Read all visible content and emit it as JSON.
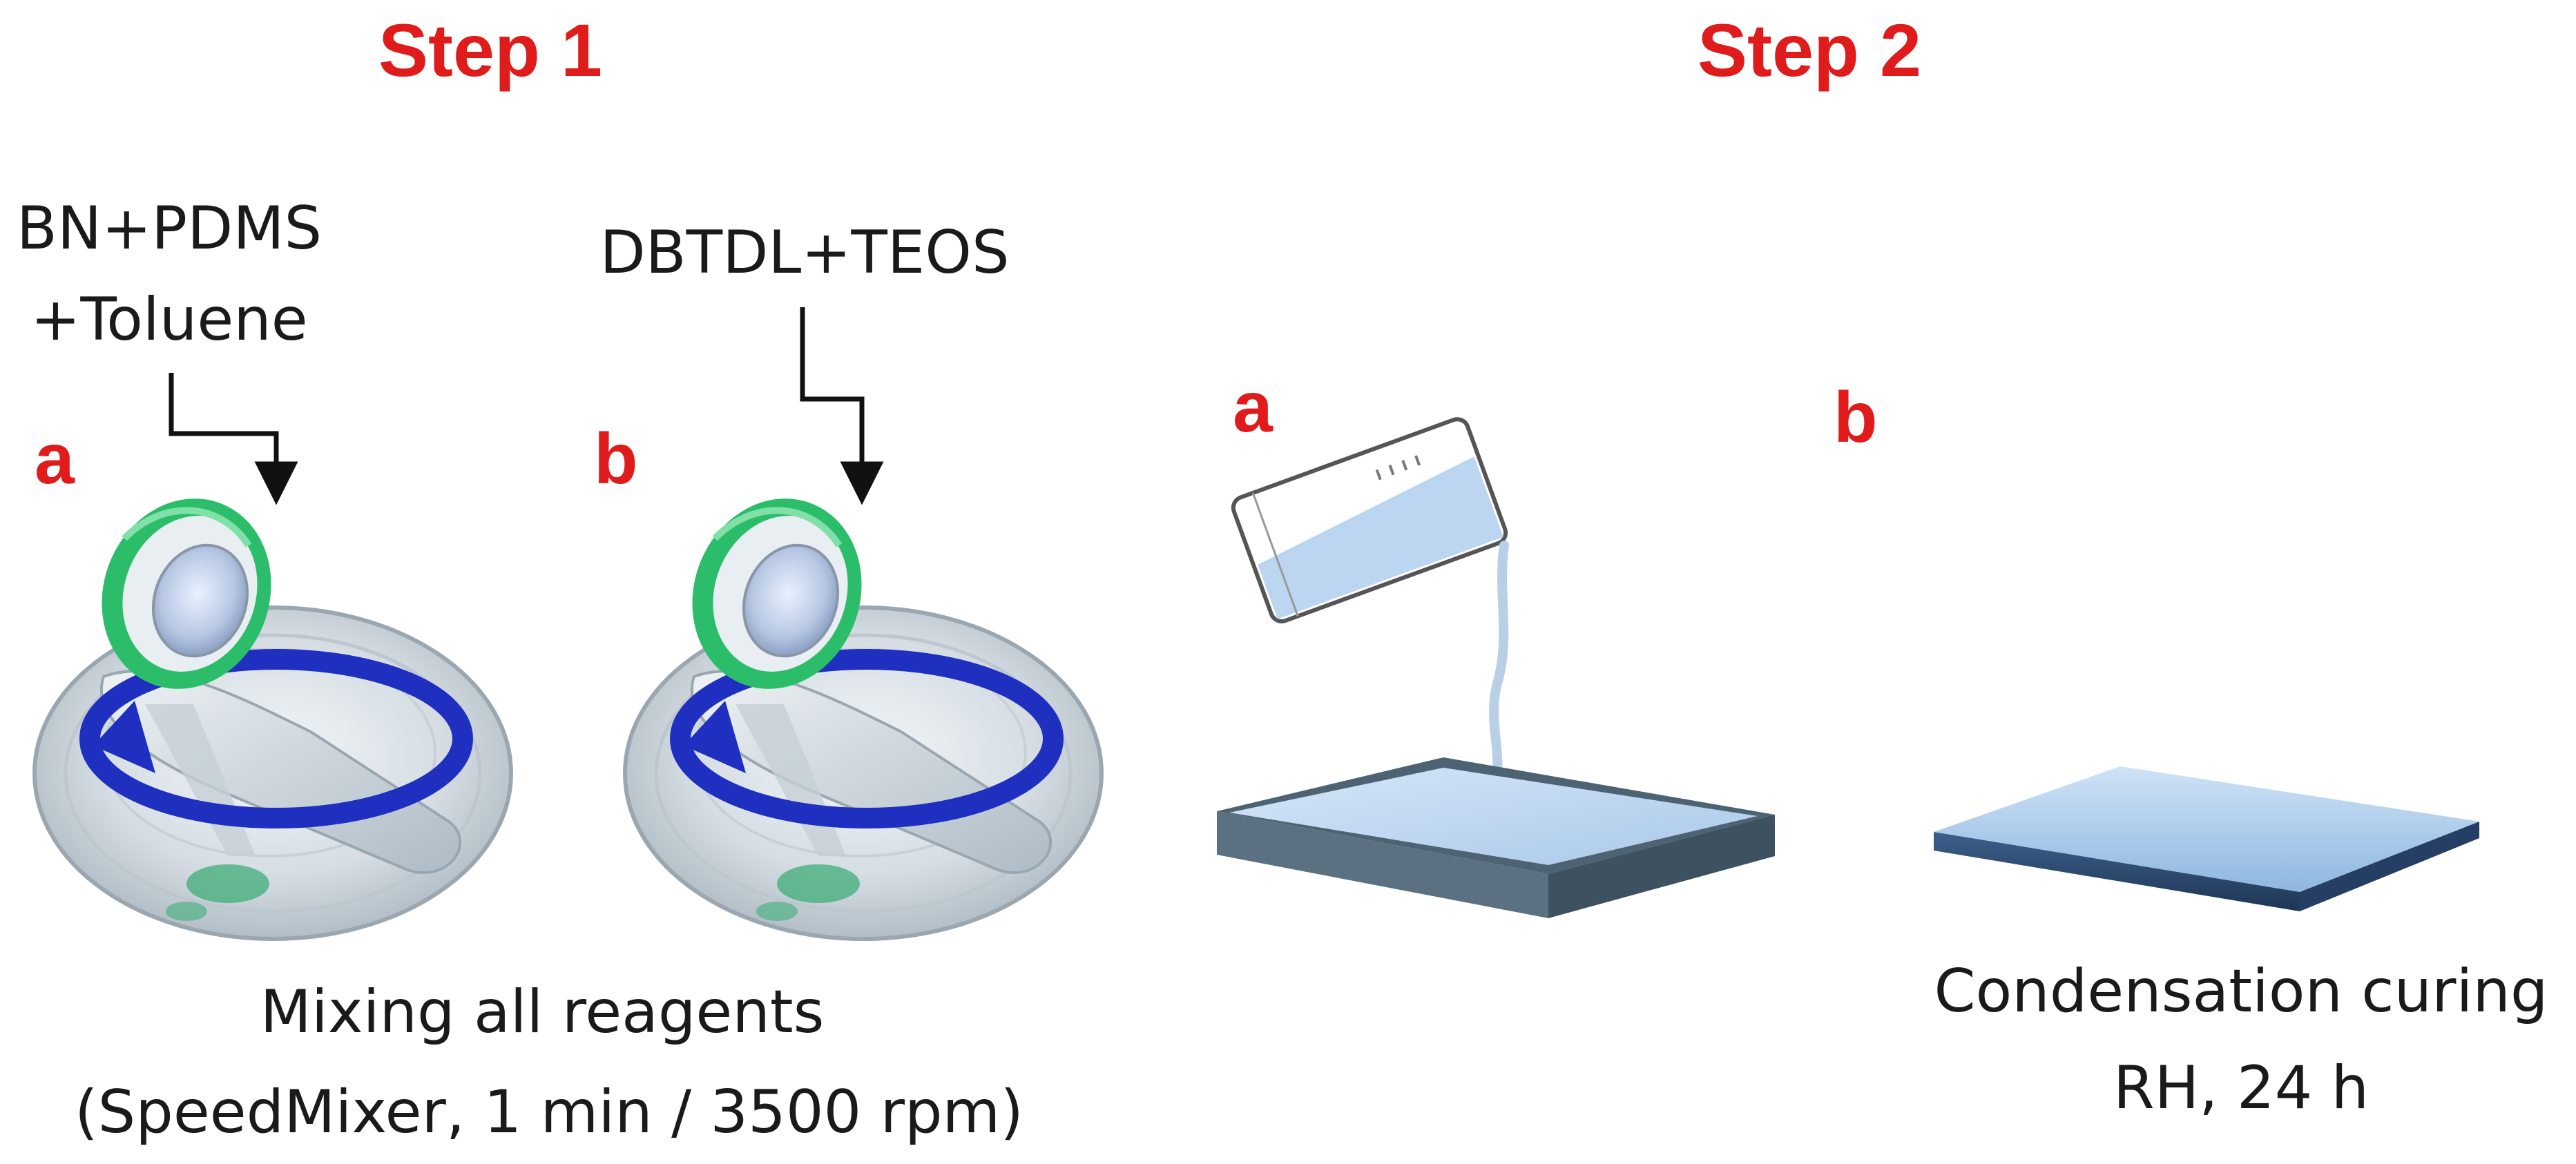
{
  "colors": {
    "accent_red": "#e01b1b",
    "green_ring": "#34c36a",
    "blue_arrow": "#1f2fbf",
    "metal": "#c9d2da",
    "tray": "#4d6272",
    "liquid": "#bcd6f2"
  },
  "step1": {
    "title": "Step 1",
    "panel_a_letter": "a",
    "panel_b_letter": "b",
    "reagent_a_line1": "BN+PDMS",
    "reagent_a_line2": "+Toluene",
    "reagent_b": "DBTDL+TEOS",
    "caption_line1": "Mixing all reagents",
    "caption_line2": "(SpeedMixer, 1 min / 3500 rpm)"
  },
  "step2": {
    "title": "Step 2",
    "panel_a_letter": "a",
    "panel_b_letter": "b",
    "caption_line1": "Condensation curing",
    "caption_line2": "RH, 24 h"
  },
  "icons": {
    "mixer_a": "speedmixer-icon",
    "mixer_b": "speedmixer-icon",
    "beaker": "beaker-icon",
    "tray": "tray-icon",
    "cured_slab": "cured-slab-icon"
  }
}
